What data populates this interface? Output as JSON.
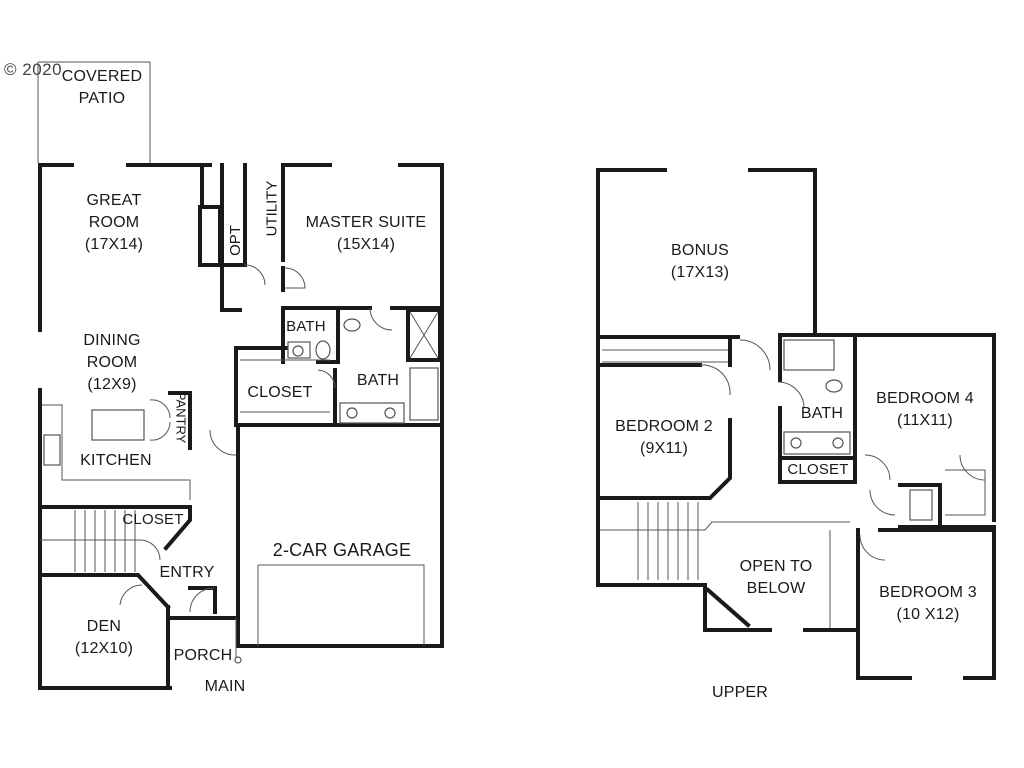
{
  "watermark": "© 2020",
  "main_floor": {
    "caption": "MAIN",
    "rooms": {
      "covered_patio": "COVERED\nPATIO",
      "great_room": "GREAT\nROOM\n(17X14)",
      "opt": "OPT",
      "utility": "UTILITY",
      "master_suite": "MASTER SUITE\n(15X14)",
      "dining_room": "DINING\nROOM\n(12X9)",
      "bath_small": "BATH",
      "closet_master": "CLOSET",
      "bath_master": "BATH",
      "pantry": "PANTRY",
      "kitchen": "KITCHEN",
      "closet_entry": "CLOSET",
      "entry": "ENTRY",
      "garage": "2-CAR GARAGE",
      "den": "DEN\n(12X10)",
      "porch": "PORCH"
    }
  },
  "upper_floor": {
    "caption": "UPPER",
    "rooms": {
      "bonus": "BONUS\n(17X13)",
      "bedroom2": "BEDROOM 2\n(9X11)",
      "bath": "BATH",
      "closet": "CLOSET",
      "bedroom4": "BEDROOM 4\n(11X11)",
      "open_to_below": "OPEN TO\nBELOW",
      "bedroom3": "BEDROOM 3\n(10 X12)"
    }
  }
}
